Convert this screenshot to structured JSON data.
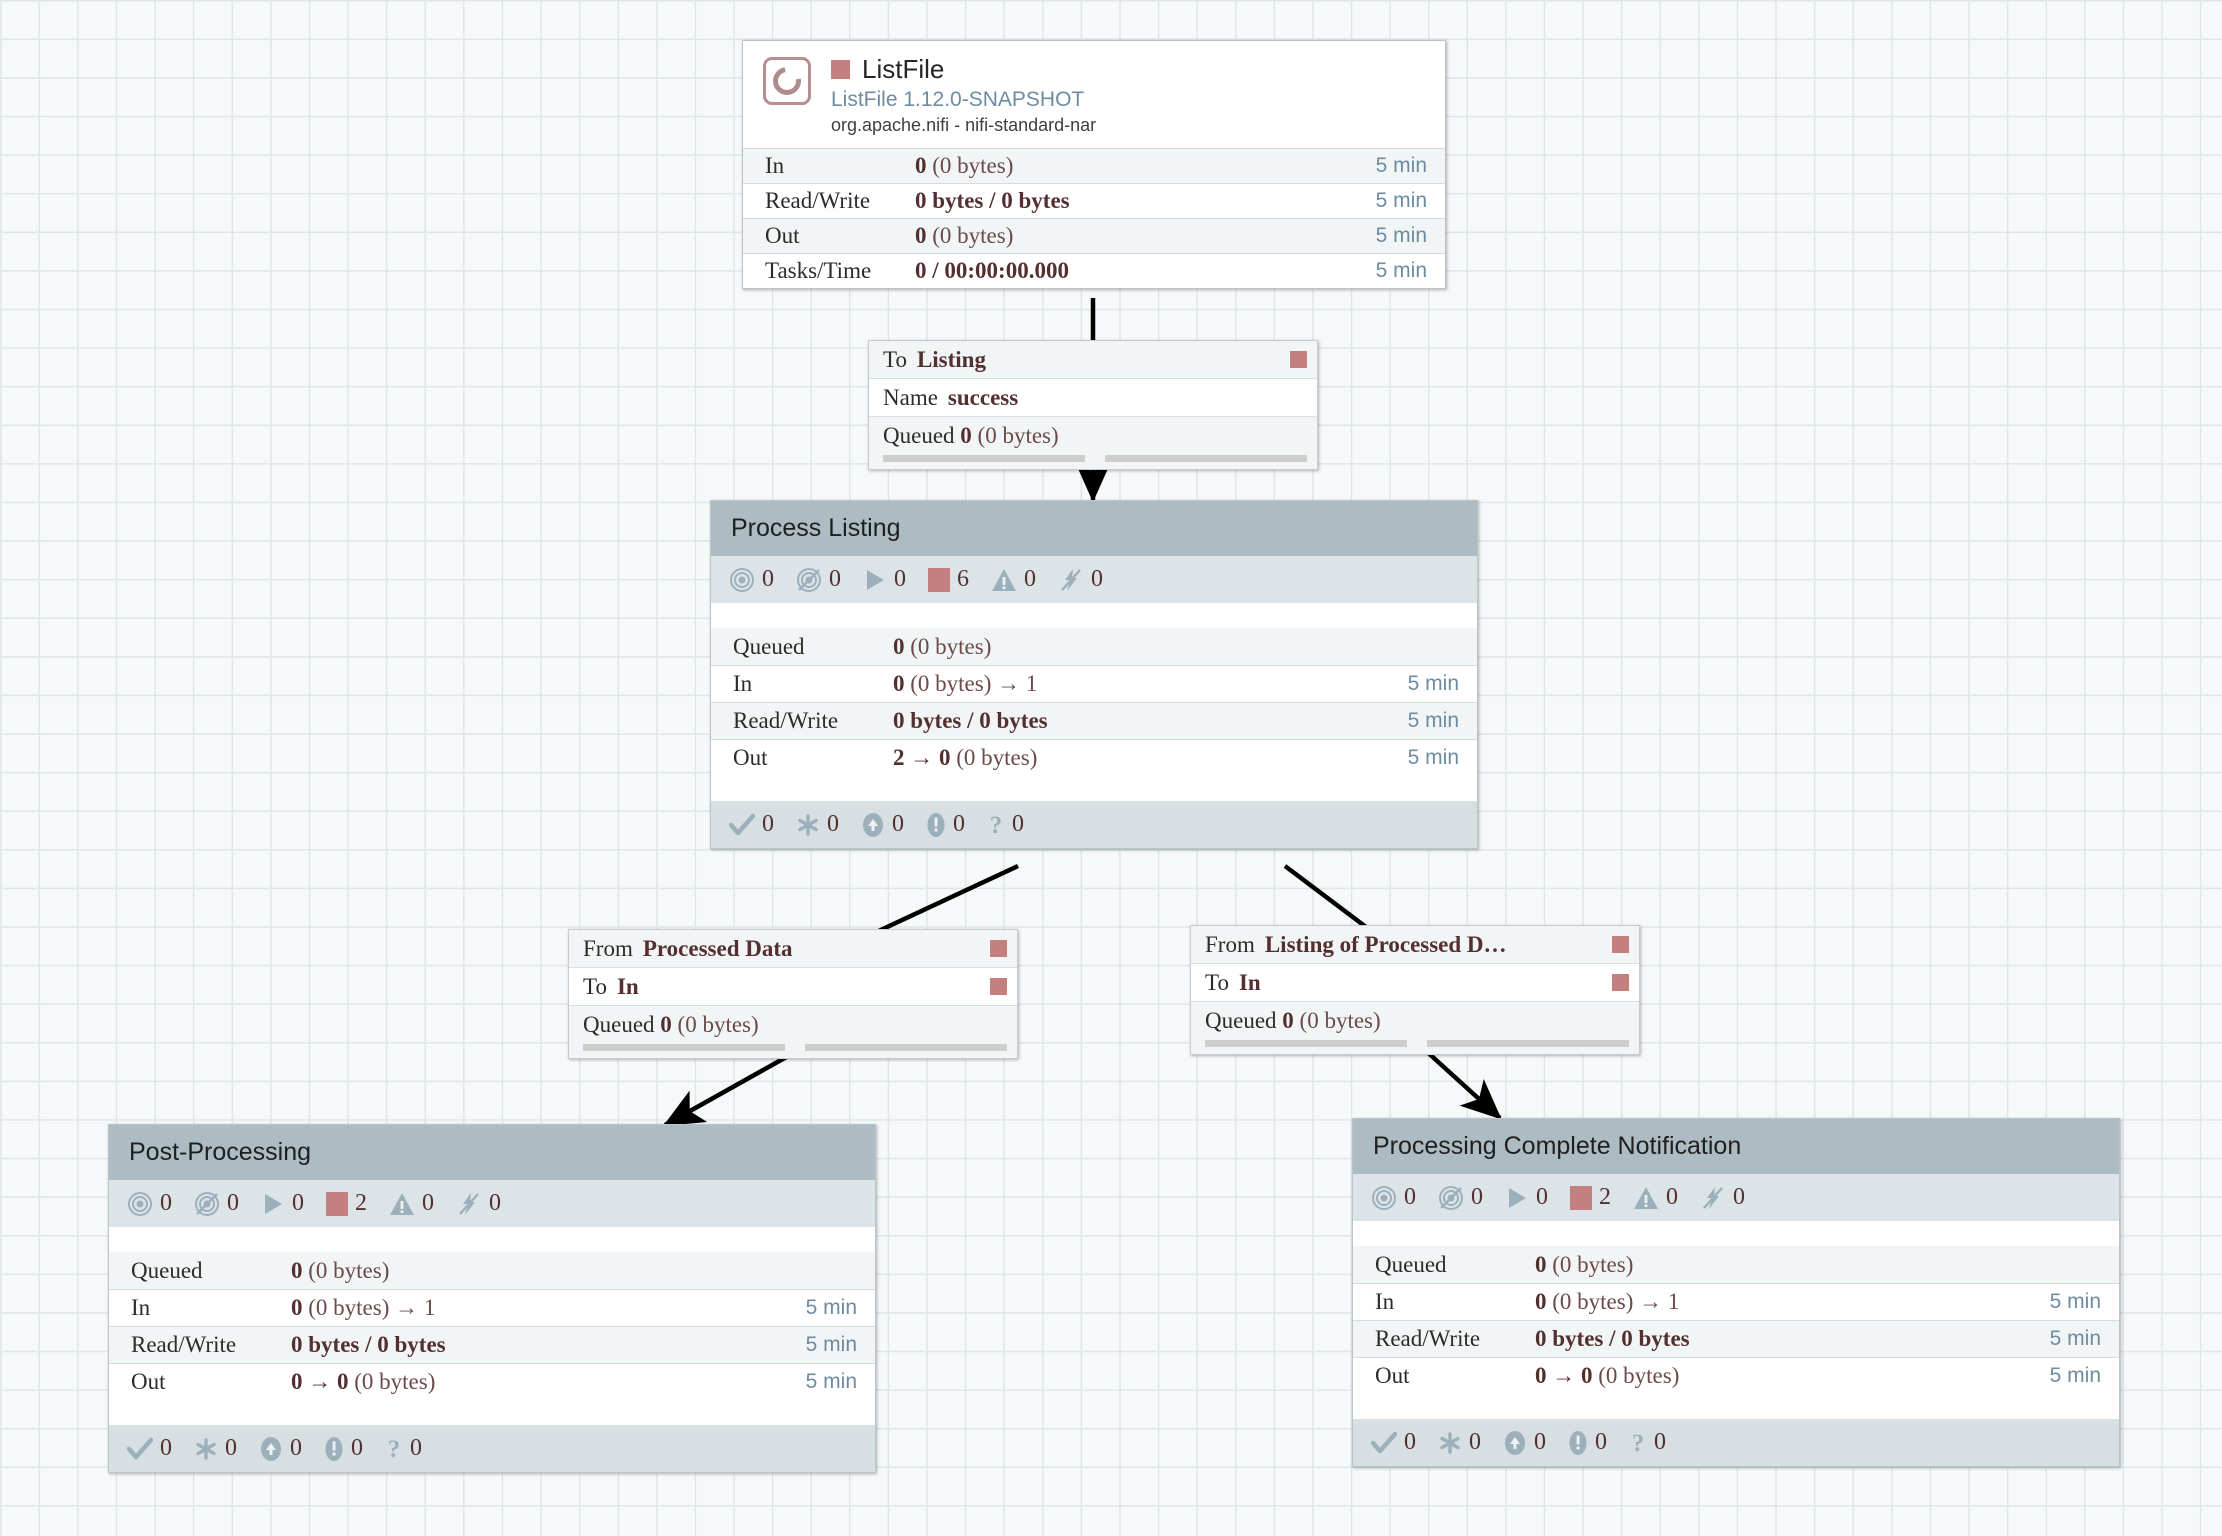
{
  "canvas": {
    "label": "nifi-flow-canvas"
  },
  "processor": {
    "name": "ListFile",
    "type": "ListFile 1.12.0-SNAPSHOT",
    "bundle": "org.apache.nifi - nifi-standard-nar",
    "run_status_color": "#c47f7f",
    "icon": "processor-chip-icon",
    "stats": [
      {
        "label": "In",
        "value": "0",
        "suffix": " (0 bytes)",
        "time": "5 min"
      },
      {
        "label": "Read/Write",
        "value": "0 bytes / 0 bytes",
        "suffix": "",
        "time": "5 min"
      },
      {
        "label": "Out",
        "value": "0",
        "suffix": " (0 bytes)",
        "time": "5 min"
      },
      {
        "label": "Tasks/Time",
        "value": "0 / 00:00:00.000",
        "suffix": "",
        "time": "5 min"
      }
    ]
  },
  "connections": [
    {
      "id": "listfile-to-listing",
      "rows": [
        {
          "key": "To",
          "value": "Listing",
          "badge": true
        },
        {
          "key": "Name",
          "value": "success",
          "badge": false
        }
      ],
      "queued_label": "Queued",
      "queued_value": "0",
      "queued_size": "(0 bytes)"
    },
    {
      "id": "processed-data-to-in",
      "rows": [
        {
          "key": "From",
          "value": "Processed Data",
          "badge": true
        },
        {
          "key": "To",
          "value": "In",
          "badge": true
        }
      ],
      "queued_label": "Queued",
      "queued_value": "0",
      "queued_size": "(0 bytes)"
    },
    {
      "id": "listing-of-processed-to-in",
      "rows": [
        {
          "key": "From",
          "value": "Listing of Processed D…",
          "badge": true
        },
        {
          "key": "To",
          "value": "In",
          "badge": true
        }
      ],
      "queued_label": "Queued",
      "queued_value": "0",
      "queued_size": "(0 bytes)"
    }
  ],
  "process_groups": [
    {
      "id": "process-listing",
      "title": "Process Listing",
      "status": [
        {
          "icon": "transmitting-icon",
          "count": "0"
        },
        {
          "icon": "not-transmitting-icon",
          "count": "0"
        },
        {
          "icon": "running-icon",
          "count": "0"
        },
        {
          "icon": "stopped-icon",
          "count": "6"
        },
        {
          "icon": "invalid-icon",
          "count": "0"
        },
        {
          "icon": "disabled-icon",
          "count": "0"
        }
      ],
      "stats": [
        {
          "label": "Queued",
          "value": "0",
          "suffix": " (0 bytes)",
          "time": ""
        },
        {
          "label": "In",
          "value": "0",
          "suffix": " (0 bytes) → 1",
          "time": "5 min"
        },
        {
          "label": "Read/Write",
          "value": "0 bytes / 0 bytes",
          "suffix": "",
          "time": "5 min"
        },
        {
          "label": "Out",
          "value": "2 → 0",
          "suffix": " (0 bytes)",
          "time": "5 min"
        }
      ],
      "footer": [
        {
          "icon": "active-check-icon",
          "count": "0"
        },
        {
          "icon": "versioned-asterisk-icon",
          "count": "0"
        },
        {
          "icon": "up-to-date-icon",
          "count": "0"
        },
        {
          "icon": "locally-modified-icon",
          "count": "0"
        },
        {
          "icon": "sync-unknown-icon",
          "count": "0"
        }
      ]
    },
    {
      "id": "post-processing",
      "title": "Post-Processing",
      "status": [
        {
          "icon": "transmitting-icon",
          "count": "0"
        },
        {
          "icon": "not-transmitting-icon",
          "count": "0"
        },
        {
          "icon": "running-icon",
          "count": "0"
        },
        {
          "icon": "stopped-icon",
          "count": "2"
        },
        {
          "icon": "invalid-icon",
          "count": "0"
        },
        {
          "icon": "disabled-icon",
          "count": "0"
        }
      ],
      "stats": [
        {
          "label": "Queued",
          "value": "0",
          "suffix": " (0 bytes)",
          "time": ""
        },
        {
          "label": "In",
          "value": "0",
          "suffix": " (0 bytes) → 1",
          "time": "5 min"
        },
        {
          "label": "Read/Write",
          "value": "0 bytes / 0 bytes",
          "suffix": "",
          "time": "5 min"
        },
        {
          "label": "Out",
          "value": "0 → 0",
          "suffix": " (0 bytes)",
          "time": "5 min"
        }
      ],
      "footer": [
        {
          "icon": "active-check-icon",
          "count": "0"
        },
        {
          "icon": "versioned-asterisk-icon",
          "count": "0"
        },
        {
          "icon": "up-to-date-icon",
          "count": "0"
        },
        {
          "icon": "locally-modified-icon",
          "count": "0"
        },
        {
          "icon": "sync-unknown-icon",
          "count": "0"
        }
      ]
    },
    {
      "id": "processing-complete-notification",
      "title": "Processing Complete Notification",
      "status": [
        {
          "icon": "transmitting-icon",
          "count": "0"
        },
        {
          "icon": "not-transmitting-icon",
          "count": "0"
        },
        {
          "icon": "running-icon",
          "count": "0"
        },
        {
          "icon": "stopped-icon",
          "count": "2"
        },
        {
          "icon": "invalid-icon",
          "count": "0"
        },
        {
          "icon": "disabled-icon",
          "count": "0"
        }
      ],
      "stats": [
        {
          "label": "Queued",
          "value": "0",
          "suffix": " (0 bytes)",
          "time": ""
        },
        {
          "label": "In",
          "value": "0",
          "suffix": " (0 bytes) → 1",
          "time": "5 min"
        },
        {
          "label": "Read/Write",
          "value": "0 bytes / 0 bytes",
          "suffix": "",
          "time": "5 min"
        },
        {
          "label": "Out",
          "value": "0 → 0",
          "suffix": " (0 bytes)",
          "time": "5 min"
        }
      ],
      "footer": [
        {
          "icon": "active-check-icon",
          "count": "0"
        },
        {
          "icon": "versioned-asterisk-icon",
          "count": "0"
        },
        {
          "icon": "up-to-date-icon",
          "count": "0"
        },
        {
          "icon": "locally-modified-icon",
          "count": "0"
        },
        {
          "icon": "sync-unknown-icon",
          "count": "0"
        }
      ]
    }
  ],
  "colors": {
    "run_status": "#c47f7f",
    "group_title_bar": "#adbcc2",
    "group_status_bar": "#dde4e8",
    "accent_text": "#6f8ba0",
    "value_text": "#53302f"
  }
}
